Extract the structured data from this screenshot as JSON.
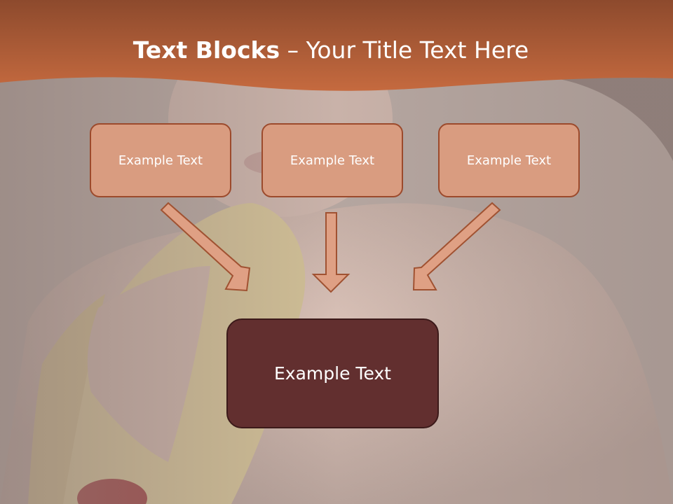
{
  "title": {
    "bold": "Text Blocks",
    "separator": " – ",
    "rest": "Your Title Text Here"
  },
  "blocks": [
    {
      "text": "Example Text"
    },
    {
      "text": "Example Text"
    },
    {
      "text": "Example Text"
    }
  ],
  "target": {
    "text": "Example Text"
  },
  "colors": {
    "header": "#c0643b",
    "block_fill": "#d99c80",
    "block_border": "#9c4a2c",
    "target_fill": "#622f2f",
    "arrow_fill": "#dfa084",
    "arrow_stroke": "#a05232"
  }
}
